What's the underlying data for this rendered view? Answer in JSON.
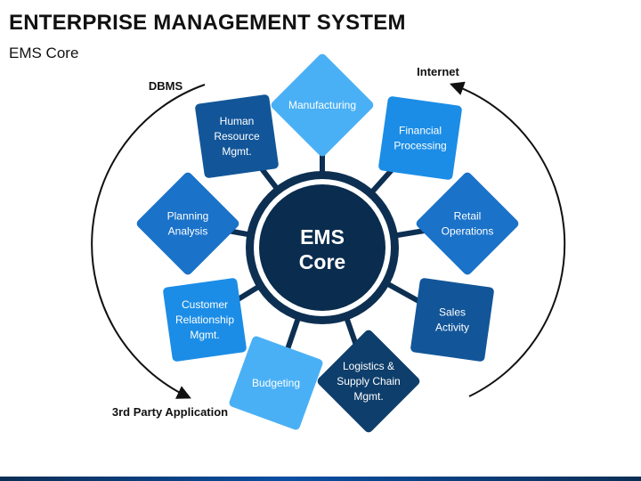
{
  "title": "ENTERPRISE MANAGEMENT SYSTEM",
  "subtitle": "EMS Core",
  "center": {
    "lines": [
      "EMS",
      "Core"
    ],
    "color": "#0a2c4e"
  },
  "modules": [
    {
      "id": "manufacturing",
      "lines": [
        "Manufacturing"
      ],
      "color": "#4ab0f5",
      "rot": 45
    },
    {
      "id": "financial-processing",
      "lines": [
        "Financial",
        "Processing"
      ],
      "color": "#1b8de6",
      "rot": 8
    },
    {
      "id": "retail-operations",
      "lines": [
        "Retail",
        "Operations"
      ],
      "color": "#1a72c9",
      "rot": -45
    },
    {
      "id": "sales-activity",
      "lines": [
        "Sales",
        "Activity"
      ],
      "color": "#125699",
      "rot": 8
    },
    {
      "id": "logistics-supply-chain",
      "lines": [
        "Logistics &",
        "Supply Chain",
        "Mgmt."
      ],
      "color": "#0e3e6b",
      "rot": 45
    },
    {
      "id": "budgeting",
      "lines": [
        "Budgeting"
      ],
      "color": "#4ab0f5",
      "rot": 20
    },
    {
      "id": "customer-relationship",
      "lines": [
        "Customer",
        "Relationship",
        "Mgmt."
      ],
      "color": "#1b8de6",
      "rot": -8
    },
    {
      "id": "planning-analysis",
      "lines": [
        "Planning",
        "Analysis"
      ],
      "color": "#1a72c9",
      "rot": 45
    },
    {
      "id": "human-resource",
      "lines": [
        "Human",
        "Resource",
        "Mgmt."
      ],
      "color": "#125699",
      "rot": -8
    }
  ],
  "external": {
    "dbms": "DBMS",
    "internet": "Internet",
    "third_party": "3rd Party Application"
  },
  "colors": {
    "spokes": "#0d2f52",
    "arrows": "#111111",
    "text_light": "#ffffff"
  }
}
